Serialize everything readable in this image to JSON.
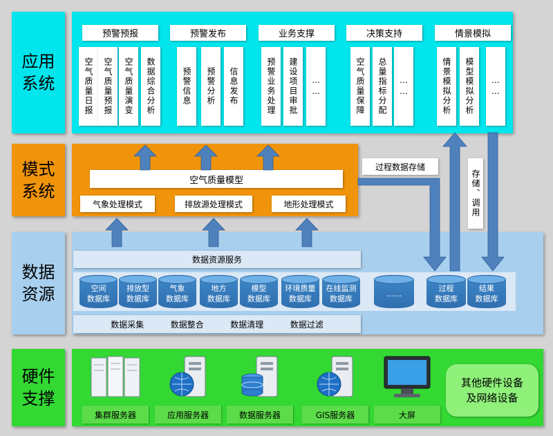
{
  "colors": {
    "app": "#00e6ec",
    "mode": "#f0940c",
    "data": "#a8cfee",
    "hw": "#33d833",
    "arrow": "#4f81bd",
    "cylinder": "#2f6fb0"
  },
  "labels": {
    "app": "应用\n系统",
    "mode": "模式\n系统",
    "data": "数据\n资源",
    "hw": "硬件\n支撑"
  },
  "app": {
    "groups": [
      {
        "title": "预警预报",
        "items": [
          "空气质量日报",
          "空气质量预报",
          "空气质量演变",
          "数据综合分析"
        ]
      },
      {
        "title": "预警发布",
        "items": [
          "预警信息",
          "预警分析",
          "信息发布"
        ]
      },
      {
        "title": "业务支撑",
        "items": [
          "预警业务处理",
          "建设项目审批",
          "……"
        ]
      },
      {
        "title": "决策支持",
        "items": [
          "空气质量保障",
          "总量指标分配",
          "……"
        ]
      },
      {
        "title": "情景模拟",
        "items": [
          "情景模拟分析",
          "模型模拟分析",
          "……"
        ]
      }
    ]
  },
  "mode": {
    "model": "空气质量模型",
    "sub": [
      "气象处理模式",
      "排放源处理模式",
      "地形处理模式"
    ],
    "process_store": "过程数据存储",
    "store_call": "存储、调用"
  },
  "data": {
    "service": "数据资源服务",
    "databases": [
      "空间\n数据库",
      "排放型\n数据库",
      "气象\n数据库",
      "地方\n数据库",
      "模型\n数据库",
      "环境质量\n数据库",
      "在线监测\n数据库"
    ],
    "more": "……",
    "process_db": "过程\n数据库",
    "result_db": "结果\n数据库",
    "ops": [
      "数据采集",
      "数据整合",
      "数据清理",
      "数据过滤"
    ]
  },
  "hw": {
    "items": [
      {
        "label": "集群服务器",
        "icon": "cluster-server-icon"
      },
      {
        "label": "应用服务器",
        "icon": "application-server-icon"
      },
      {
        "label": "数据服务器",
        "icon": "data-server-icon"
      },
      {
        "label": "GIS服务器",
        "icon": "gis-server-icon"
      },
      {
        "label": "大屏",
        "icon": "monitor-icon"
      }
    ],
    "other": "其他硬件设备\n及网络设备"
  }
}
